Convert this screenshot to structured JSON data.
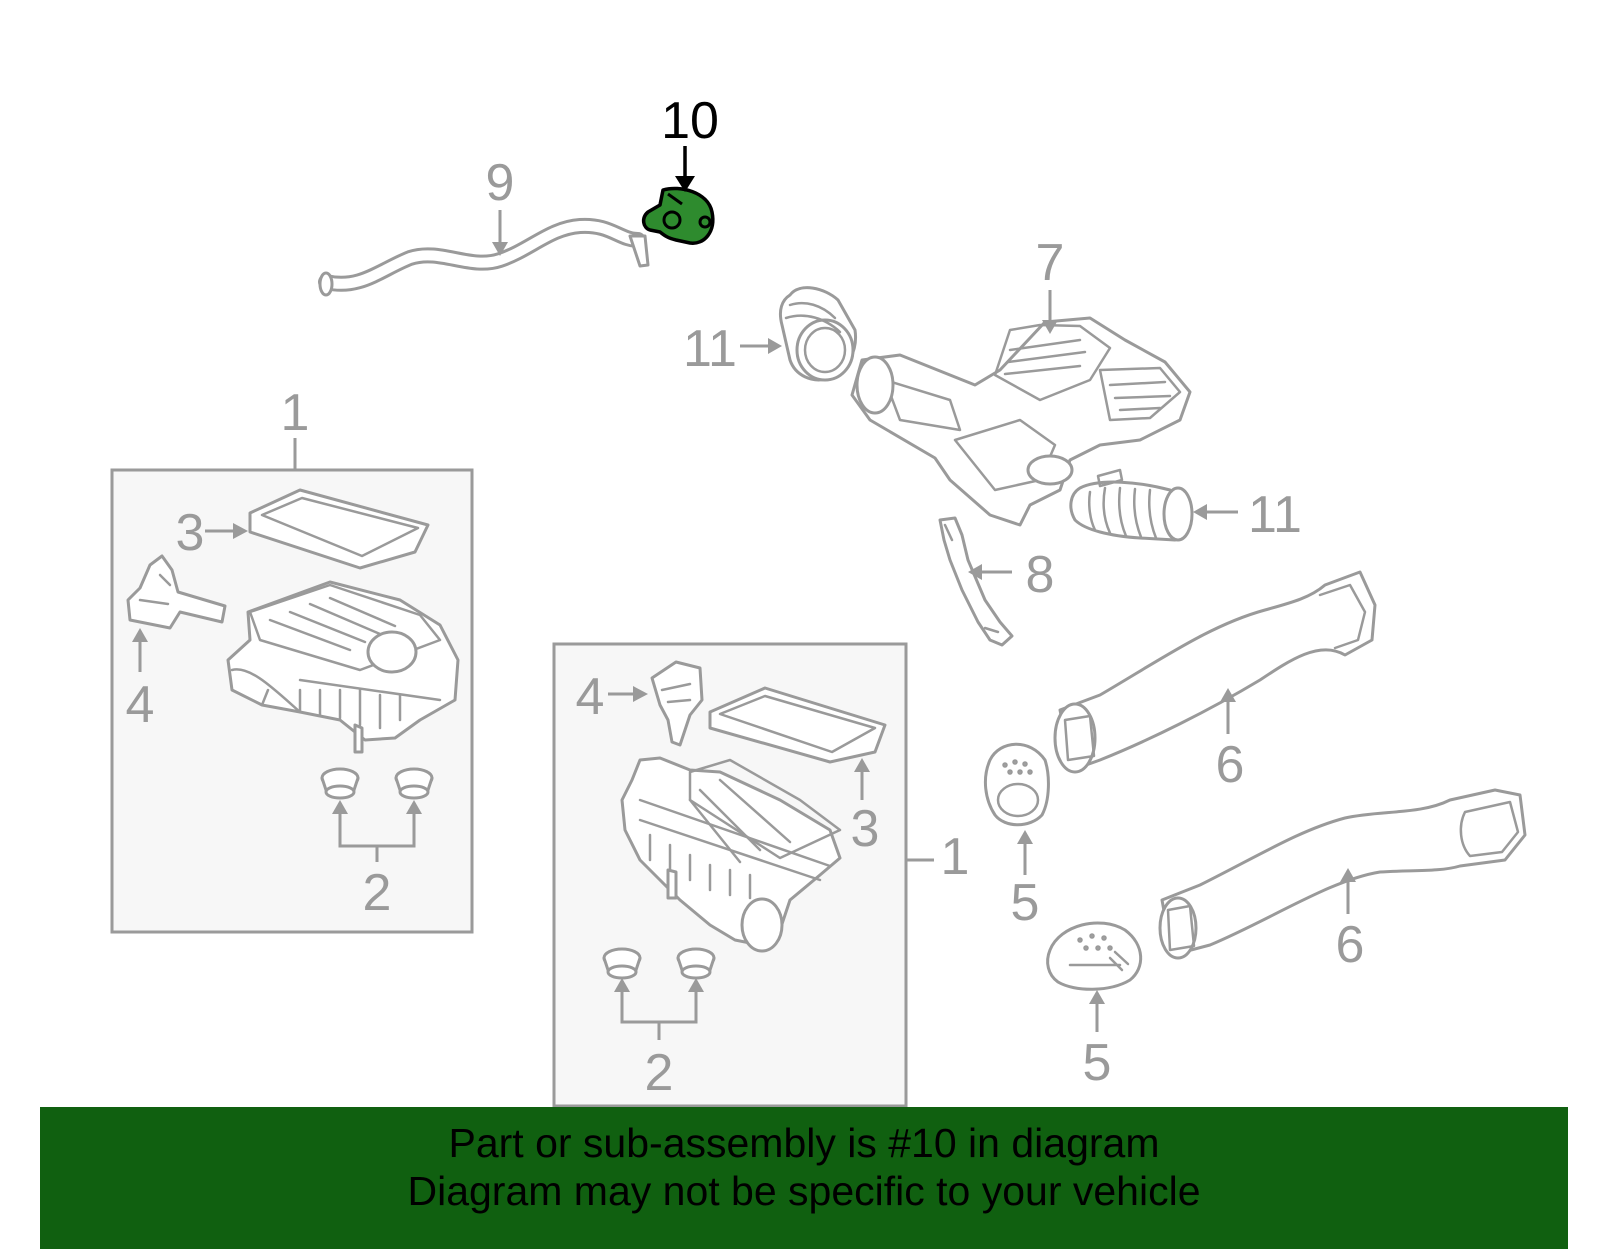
{
  "callouts": {
    "c10": "10",
    "c9": "9",
    "c7": "7",
    "c11a": "11",
    "c11b": "11",
    "c8": "8",
    "c6a": "6",
    "c6b": "6",
    "c5a": "5",
    "c5b": "5",
    "left_box": {
      "c1": "1",
      "c2": "2",
      "c3": "3",
      "c4": "4"
    },
    "right_box": {
      "c1": "1",
      "c2": "2",
      "c3": "3",
      "c4": "4"
    }
  },
  "highlight_color": "#1f7a1f",
  "banner": {
    "line1": "Part or sub-assembly is #10 in diagram",
    "line2": "Diagram may not be specific to your vehicle",
    "background": "#106010"
  }
}
